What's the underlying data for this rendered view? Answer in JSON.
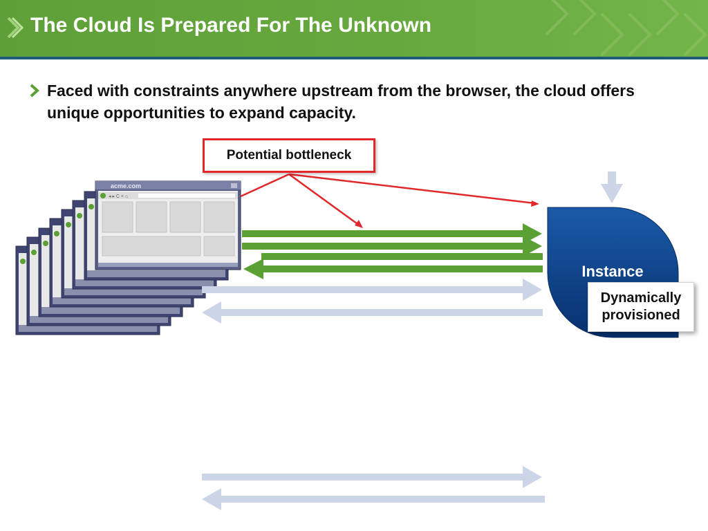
{
  "slide": {
    "title": "The Cloud Is Prepared For The Unknown",
    "bullet": "Faced with constraints anywhere upstream from the browser, the cloud offers unique opportunities to expand capacity."
  },
  "diagram": {
    "callout": "Potential bottleneck",
    "browser_url": "acme.com",
    "instance_label": "Instance",
    "provision_line1": "Dynamically",
    "provision_line2": "provisioned"
  },
  "colors": {
    "header_green": "#66a83e",
    "header_rule": "#1f5b78",
    "flow_green": "#5aa032",
    "flow_light": "#ccd4e8",
    "bottleneck_red": "#e2272a",
    "instance_blue": "#0c3f8a"
  },
  "icons": {
    "header": "chevron-right-icon",
    "bullet": "chevron-right-icon"
  }
}
